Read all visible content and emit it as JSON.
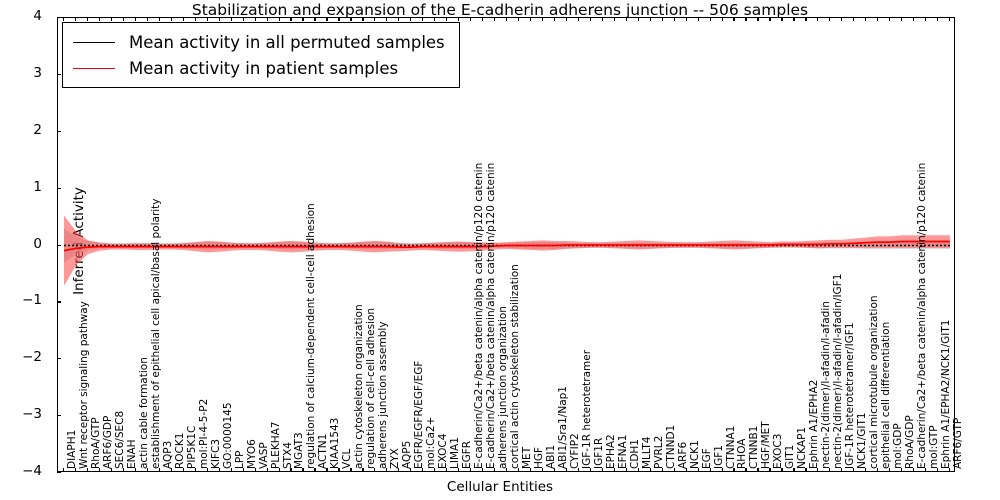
{
  "chart_data": {
    "type": "line",
    "title": "Stabilization and expansion of the E-cadherin adherens junction -- 506 samples",
    "xlabel": "Cellular Entities",
    "ylabel": "Inferred Activity",
    "ylim": [
      -4,
      4
    ],
    "yticks": [
      4,
      3,
      2,
      1,
      0,
      -1,
      -2,
      -3,
      -4
    ],
    "grid": false,
    "legend_position": "upper-left",
    "sample_count": "506",
    "series": [
      {
        "name": "Mean activity in all permuted samples",
        "color": "#000000",
        "style": "dotted",
        "values": [
          0.0,
          0.0,
          0.0,
          0.0,
          0.0,
          0.0,
          0.0,
          0.0,
          0.0,
          0.0,
          0.0,
          0.0,
          0.0,
          0.0,
          0.0,
          0.0,
          0.0,
          0.0,
          0.0,
          0.0,
          0.0,
          0.0,
          0.0,
          0.0,
          0.0,
          0.0,
          0.0,
          0.0,
          0.0,
          0.0,
          0.0,
          0.0,
          0.0,
          0.0,
          0.0,
          0.0,
          0.0,
          0.0,
          0.0,
          0.0,
          0.0,
          0.0,
          0.0,
          0.0,
          0.0,
          0.0,
          0.0,
          0.0,
          0.0,
          0.0,
          0.0,
          0.0,
          0.0,
          0.0,
          0.0,
          0.0,
          0.0,
          0.0,
          0.0,
          0.0,
          0.0,
          0.0,
          0.0,
          0.0,
          0.0,
          0.0,
          0.0,
          0.0,
          0.0,
          0.0,
          0.0,
          0.0,
          0.0,
          0.0,
          0.0
        ]
      },
      {
        "name": "Mean activity in patient samples",
        "color": "#ff0000",
        "style": "solid",
        "values": [
          -0.09,
          -0.05,
          -0.03,
          -0.02,
          -0.02,
          -0.02,
          -0.02,
          -0.02,
          -0.02,
          -0.02,
          -0.02,
          -0.02,
          -0.02,
          -0.02,
          -0.02,
          -0.02,
          -0.02,
          -0.02,
          -0.02,
          -0.02,
          -0.02,
          -0.02,
          -0.02,
          -0.02,
          -0.02,
          -0.02,
          -0.02,
          -0.02,
          -0.03,
          -0.03,
          -0.02,
          -0.02,
          -0.02,
          -0.02,
          -0.02,
          -0.02,
          -0.01,
          0.0,
          0.0,
          0.0,
          0.0,
          0.0,
          0.01,
          0.01,
          0.01,
          0.01,
          0.01,
          0.01,
          0.01,
          0.01,
          0.01,
          0.01,
          0.01,
          0.01,
          0.01,
          0.01,
          0.01,
          0.01,
          0.01,
          0.01,
          0.02,
          0.02,
          0.02,
          0.02,
          0.03,
          0.03,
          0.04,
          0.05,
          0.06,
          0.06,
          0.07,
          0.07,
          0.07,
          0.07,
          0.07
        ]
      }
    ],
    "bands": {
      "permuted_band_color": "#b0b0b0",
      "patient_band_color": "#ff4444",
      "patient_band_halfwidth": [
        0.62,
        0.3,
        0.12,
        0.07,
        0.05,
        0.05,
        0.06,
        0.06,
        0.05,
        0.05,
        0.06,
        0.08,
        0.1,
        0.09,
        0.07,
        0.06,
        0.06,
        0.07,
        0.09,
        0.1,
        0.09,
        0.07,
        0.06,
        0.06,
        0.07,
        0.09,
        0.1,
        0.09,
        0.07,
        0.06,
        0.06,
        0.07,
        0.08,
        0.09,
        0.08,
        0.07,
        0.06,
        0.06,
        0.07,
        0.08,
        0.09,
        0.08,
        0.07,
        0.06,
        0.05,
        0.05,
        0.06,
        0.07,
        0.08,
        0.07,
        0.06,
        0.05,
        0.05,
        0.05,
        0.06,
        0.07,
        0.08,
        0.07,
        0.06,
        0.05,
        0.05,
        0.05,
        0.06,
        0.07,
        0.07,
        0.07,
        0.08,
        0.09,
        0.1,
        0.1,
        0.11,
        0.11,
        0.11,
        0.11,
        0.11
      ],
      "permuted_band_halfwidth": [
        0.3,
        0.16,
        0.08,
        0.05,
        0.04,
        0.04,
        0.04,
        0.04,
        0.04,
        0.04,
        0.05,
        0.06,
        0.07,
        0.06,
        0.05,
        0.04,
        0.04,
        0.05,
        0.06,
        0.07,
        0.06,
        0.05,
        0.04,
        0.04,
        0.05,
        0.06,
        0.07,
        0.06,
        0.05,
        0.04,
        0.04,
        0.05,
        0.06,
        0.06,
        0.06,
        0.05,
        0.04,
        0.04,
        0.05,
        0.06,
        0.06,
        0.06,
        0.05,
        0.04,
        0.04,
        0.04,
        0.04,
        0.05,
        0.05,
        0.05,
        0.04,
        0.04,
        0.04,
        0.04,
        0.04,
        0.05,
        0.05,
        0.05,
        0.04,
        0.04,
        0.04,
        0.04,
        0.04,
        0.05,
        0.05,
        0.05,
        0.05,
        0.06,
        0.06,
        0.06,
        0.06,
        0.06,
        0.06,
        0.06,
        0.06
      ]
    },
    "categories": [
      "DIAPH1",
      "Wnt receptor signaling pathway",
      "RhoA/GTP",
      "ARF6/GDP",
      "SEC6/SEC8",
      "ENAH",
      "actin cable formation",
      "establishment of epithelial cell apical/basal polarity",
      "AQP3",
      "ROCK1",
      "PIP5K1C",
      "mol:PI-4-5-P2",
      "KIFC3",
      "GO:0000145",
      "LPP",
      "MYO6",
      "VASP",
      "PLEKHA7",
      "STX4",
      "MGAT3",
      "regulation of calcium-dependent cell-cell adhesion",
      "ACTN1",
      "KIAA1543",
      "VCL",
      "actin cytoskeleton organization",
      "regulation of cell-cell adhesion",
      "adherens junction assembly",
      "ZYX",
      "AQP5",
      "EGFR/EGFR/EGF/EGF",
      "mol:Ca2+",
      "EXOC4",
      "LIMA1",
      "EGFR",
      "E-cadherin/Ca2+/beta catenin/alpha catenin/p120 catenin",
      "E-cadherin/Ca2+/beta catenin/alpha catenin/p120 catenin",
      "adherens junction organization",
      "cortical actin cytoskeleton stabilization",
      "MET",
      "HGF",
      "ABI1",
      "ABI1/Sra1/Nap1",
      "CYFIP2",
      "IGF-1R heterotetramer",
      "IGF1R",
      "EPHA2",
      "EFNA1",
      "CDH1",
      "MLLT4",
      "PVRL2",
      "CTNND1",
      "ARF6",
      "NCK1",
      "EGF",
      "IGF1",
      "CTNNA1",
      "RHOA",
      "CTNNB1",
      "HGF/MET",
      "EXOC3",
      "GIT1",
      "NCKAP1",
      "Ephrin A1/EPHA2",
      "nectin-2(dimer)/l-afadin/l-afadin",
      "nectin-2(dimer)/l-afadin/l-afadin/IGF1",
      "IGF-1R heterotetramer/IGF1",
      "NCK1/GIT1",
      "cortical microtubule organization",
      "epithelial cell differentiation",
      "mol:GDP",
      "RhoA/GDP",
      "E-cadherin/Ca2+/beta catenin/alpha catenin/p120 catenin",
      "mol:GTP",
      "Ephrin A1/EPHA2/NCK1/GIT1",
      "ARF6/GTP"
    ]
  }
}
